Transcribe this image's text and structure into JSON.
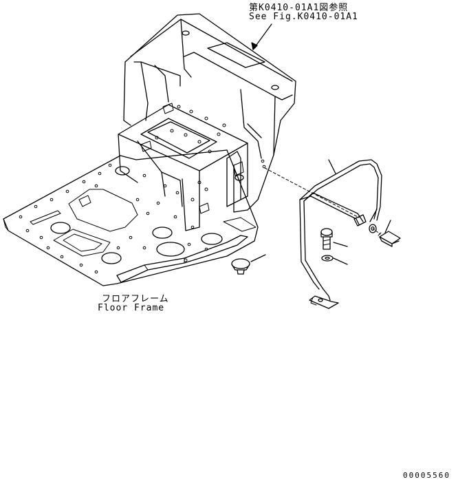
{
  "annotations": {
    "reference_jp": "第K0410-01A1図参照",
    "reference_en": "See Fig.K0410-01A1",
    "floor_frame_jp": "フロアフレーム",
    "floor_frame_en": "Floor Frame",
    "drawing_number": "00005560"
  },
  "colors": {
    "line": "#000000",
    "background": "#ffffff"
  }
}
